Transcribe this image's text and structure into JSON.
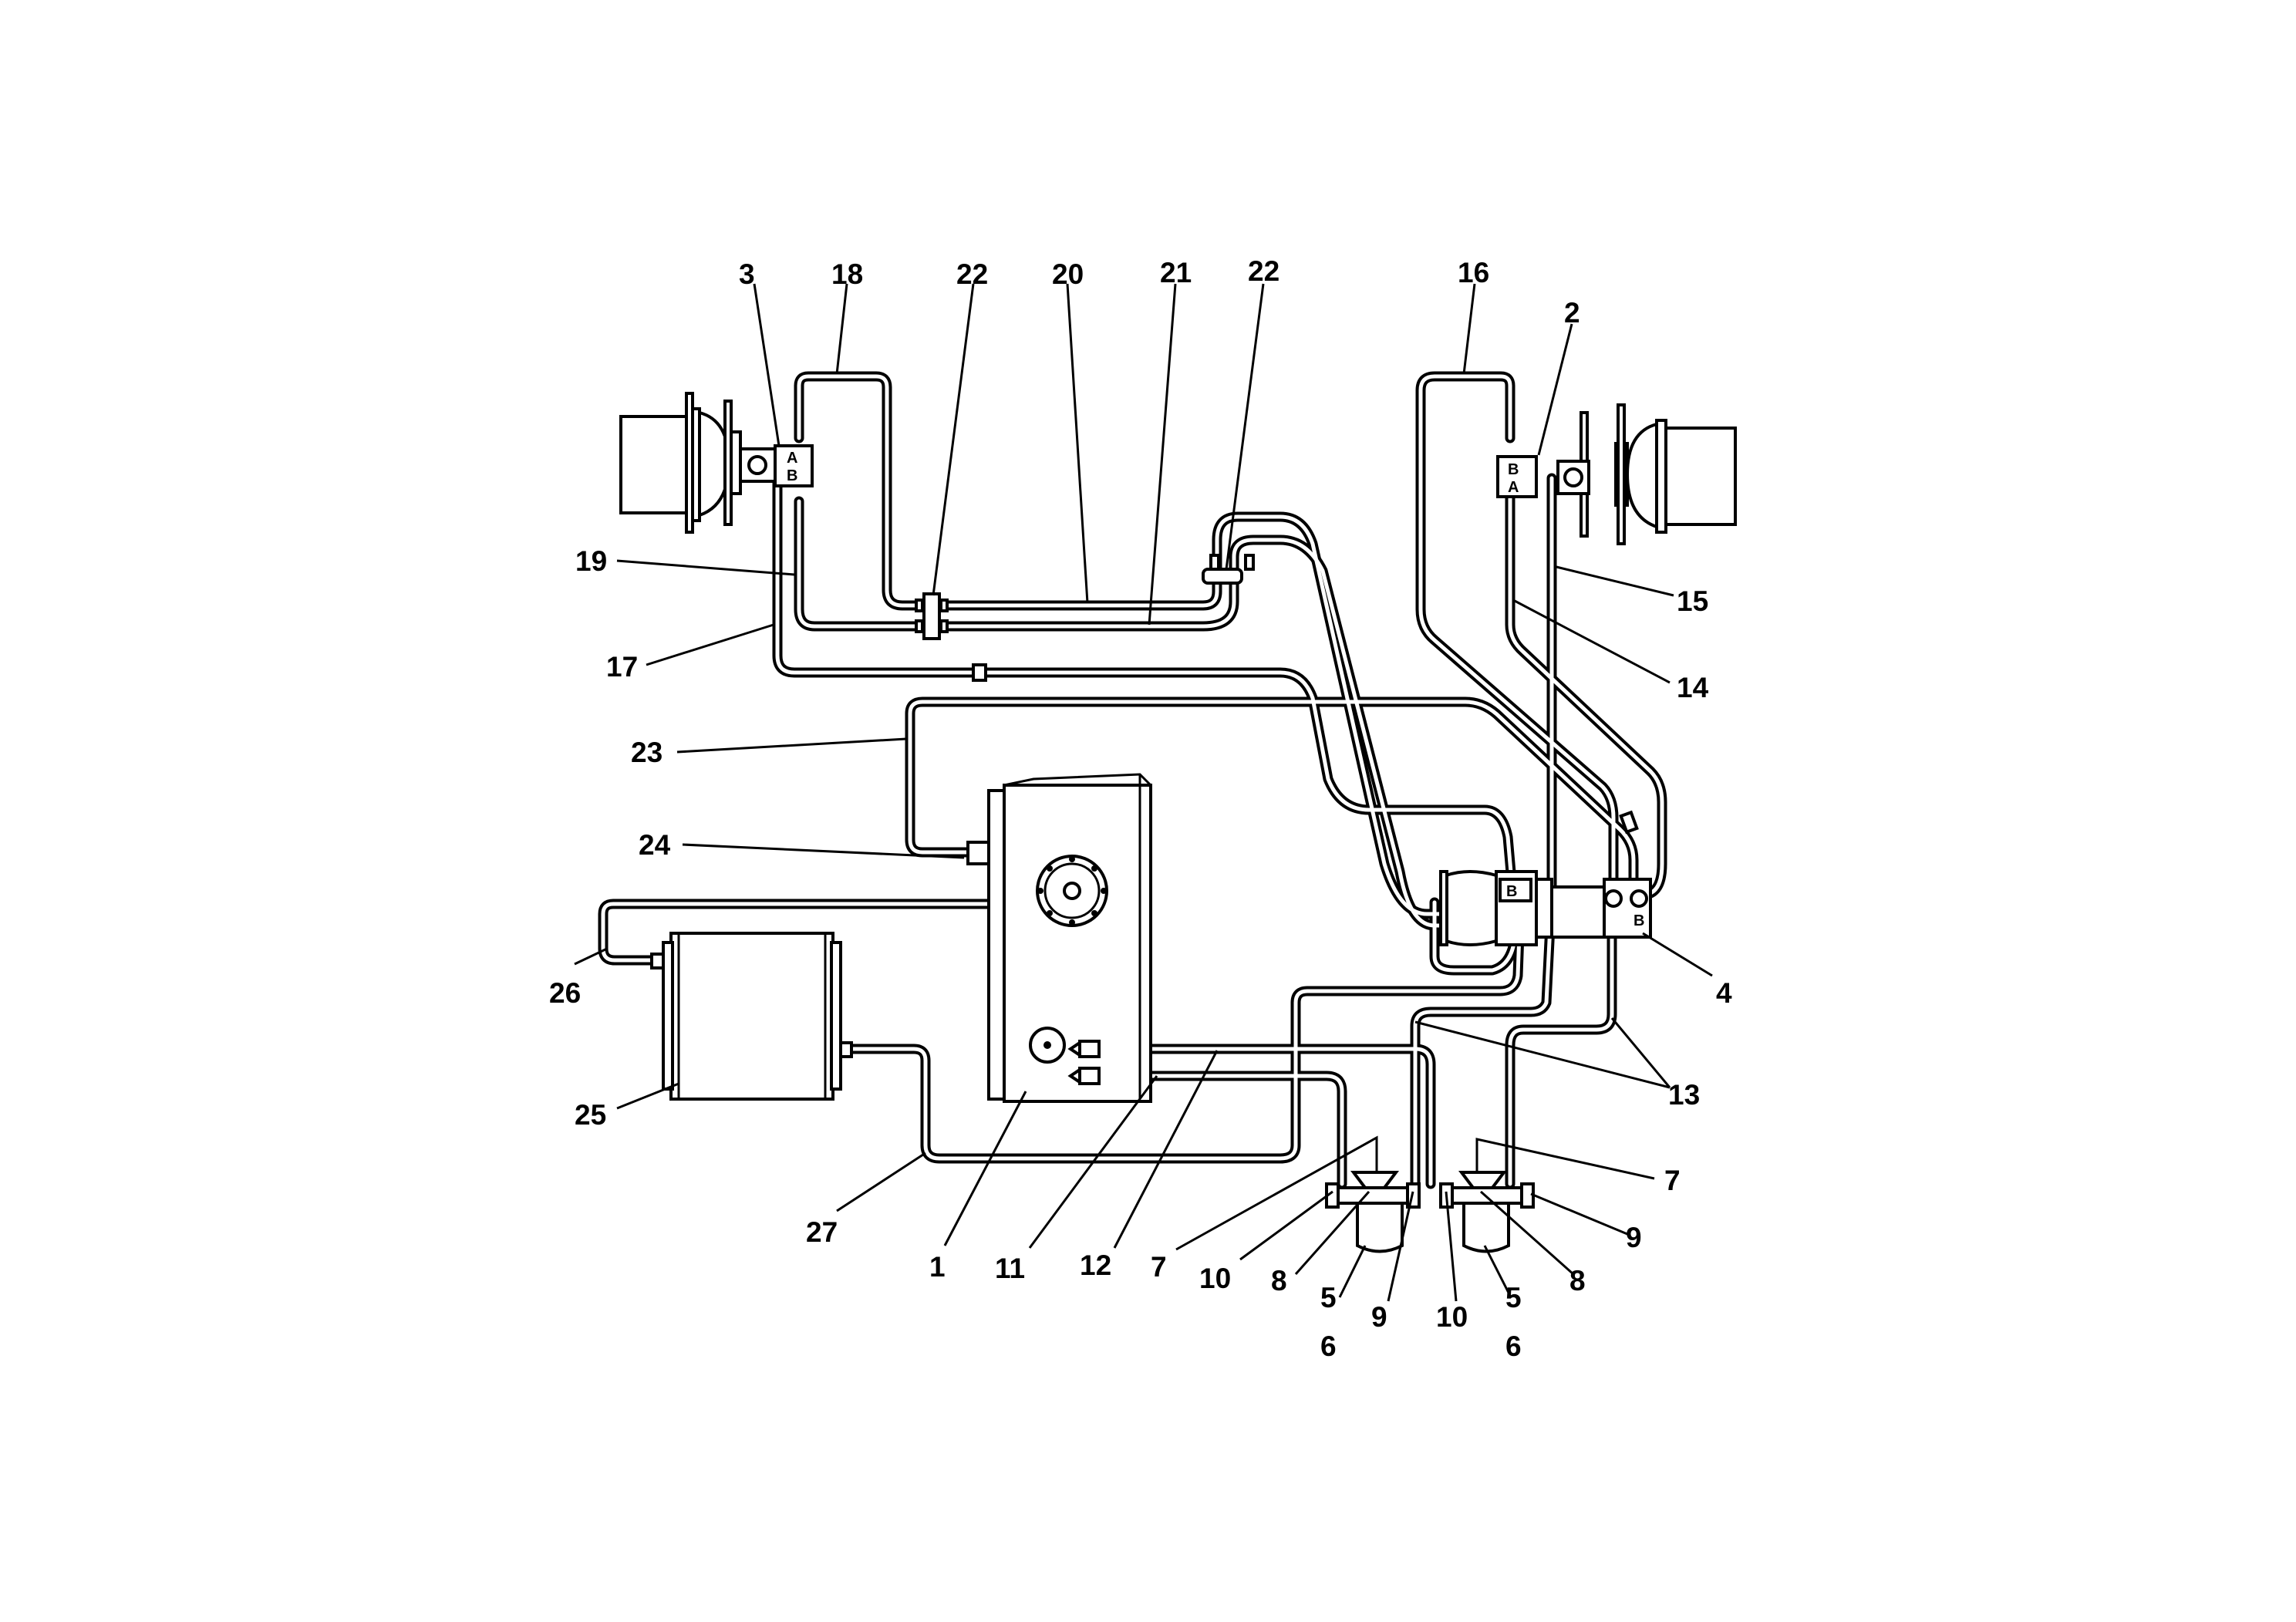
{
  "diagram": {
    "callouts": [
      "1",
      "2",
      "3",
      "4",
      "5",
      "5",
      "6",
      "6",
      "7",
      "7",
      "8",
      "8",
      "9",
      "9",
      "10",
      "10",
      "11",
      "12",
      "13",
      "14",
      "15",
      "16",
      "17",
      "18",
      "19",
      "20",
      "21",
      "22",
      "22",
      "23",
      "24",
      "25",
      "26",
      "27"
    ],
    "ports": {
      "a": "A",
      "b": "B"
    }
  }
}
